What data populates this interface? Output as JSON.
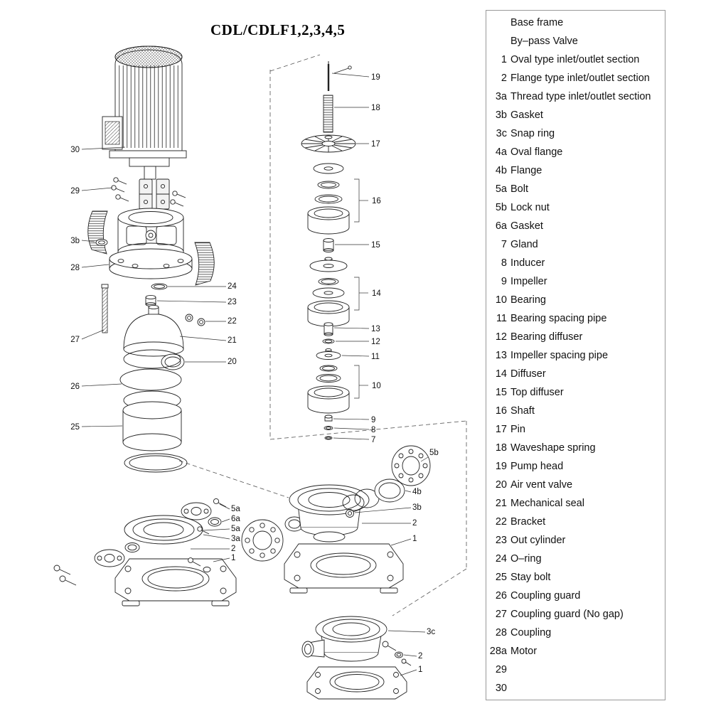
{
  "title": "CDL/CDLF1,2,3,4,5",
  "parts_list": {
    "items": [
      {
        "num": "",
        "label": "Base frame"
      },
      {
        "num": "",
        "label": "By–pass Valve"
      },
      {
        "num": "1",
        "label": "Oval type inlet/outlet section"
      },
      {
        "num": "2",
        "label": "Flange type inlet/outlet section"
      },
      {
        "num": "3a",
        "label": "Thread type inlet/outlet section"
      },
      {
        "num": "3b",
        "label": "Gasket"
      },
      {
        "num": "3c",
        "label": "Snap ring"
      },
      {
        "num": "4a",
        "label": "Oval flange"
      },
      {
        "num": "4b",
        "label": "Flange"
      },
      {
        "num": "5a",
        "label": "Bolt"
      },
      {
        "num": "5b",
        "label": "Lock nut"
      },
      {
        "num": "6a",
        "label": "Gasket"
      },
      {
        "num": "7",
        "label": "Gland"
      },
      {
        "num": "8",
        "label": "Inducer"
      },
      {
        "num": "9",
        "label": "Impeller"
      },
      {
        "num": "10",
        "label": "Bearing"
      },
      {
        "num": "11",
        "label": "Bearing spacing pipe"
      },
      {
        "num": "12",
        "label": "Bearing diffuser"
      },
      {
        "num": "13",
        "label": "Impeller spacing pipe"
      },
      {
        "num": "14",
        "label": "Diffuser"
      },
      {
        "num": "15",
        "label": "Top diffuser"
      },
      {
        "num": "16",
        "label": "Shaft"
      },
      {
        "num": "17",
        "label": "Pin"
      },
      {
        "num": "18",
        "label": "Waveshape spring"
      },
      {
        "num": "19",
        "label": "Pump head"
      },
      {
        "num": "20",
        "label": "Air vent valve"
      },
      {
        "num": "21",
        "label": "Mechanical seal"
      },
      {
        "num": "22",
        "label": "Bracket"
      },
      {
        "num": "23",
        "label": "Out cylinder"
      },
      {
        "num": "24",
        "label": "O–ring"
      },
      {
        "num": "25",
        "label": "Stay bolt"
      },
      {
        "num": "26",
        "label": "Coupling guard"
      },
      {
        "num": "27",
        "label": "Coupling guard (No gap)"
      },
      {
        "num": "28",
        "label": "Coupling"
      },
      {
        "num": "28a",
        "label": "Motor"
      },
      {
        "num": "29",
        "label": ""
      },
      {
        "num": "30",
        "label": ""
      }
    ]
  },
  "diagram": {
    "callouts": [
      "30",
      "29",
      "3b",
      "28",
      "24",
      "23",
      "22",
      "21",
      "20",
      "27",
      "26",
      "25",
      "19",
      "18",
      "17",
      "16",
      "15",
      "14",
      "13",
      "12",
      "11",
      "10",
      "9",
      "8",
      "7",
      "5b",
      "4b",
      "3b",
      "2",
      "1",
      "5a",
      "6a",
      "5a",
      "3a",
      "2",
      "1",
      "3c",
      "2",
      "1"
    ]
  }
}
